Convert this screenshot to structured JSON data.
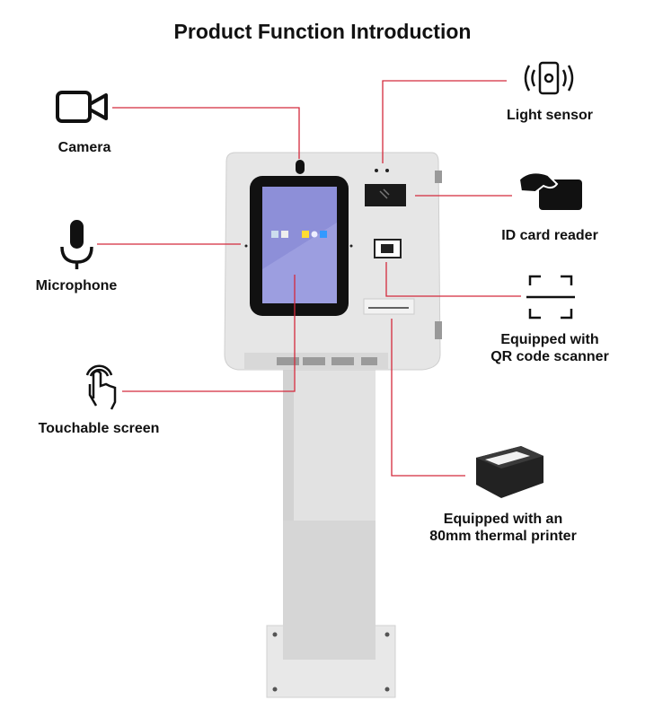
{
  "title": "Product Function Introduction",
  "features": {
    "camera": "Camera",
    "light_sensor": "Light sensor",
    "id_card_reader": "ID card reader",
    "microphone": "Microphone",
    "qr_line1": "Equipped with",
    "qr_line2": "QR code scanner",
    "touch": "Touchable screen",
    "printer_line1": "Equipped with an",
    "printer_line2": "80mm thermal printer"
  },
  "colors": {
    "leader_line": "#d42a3c",
    "kiosk_body": "#e4e4e4",
    "screen": "#8d8fd8"
  }
}
